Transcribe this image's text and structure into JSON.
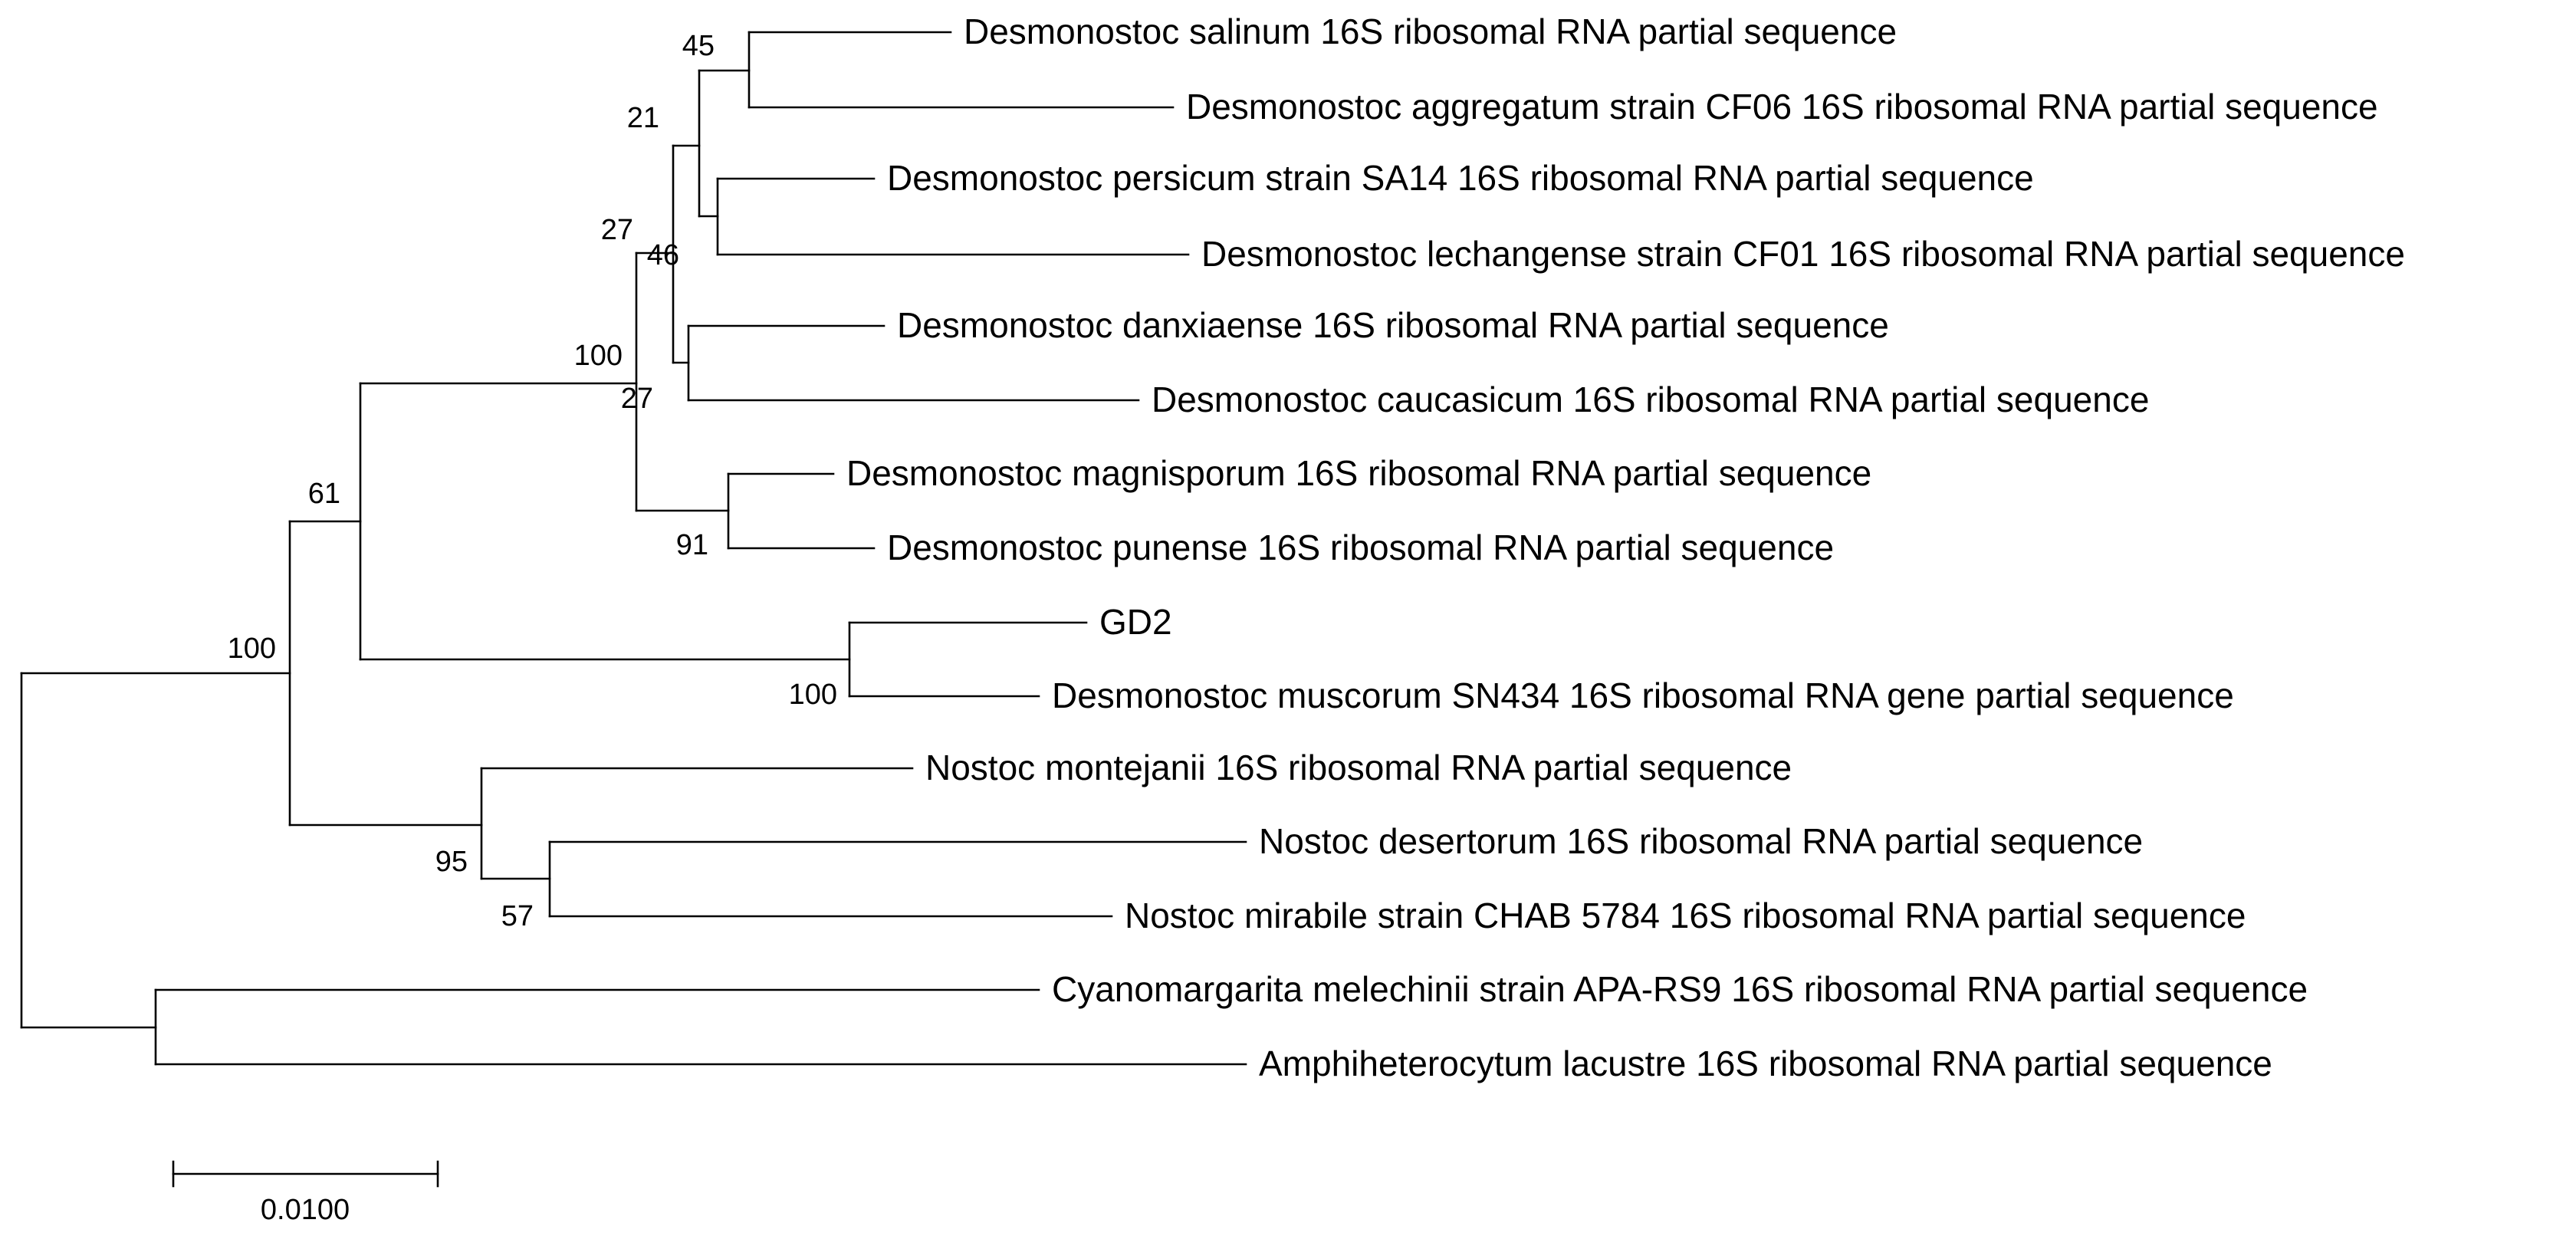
{
  "taxa": [
    "Desmonostoc salinum 16S ribosomal RNA partial sequence",
    "Desmonostoc aggregatum strain CF06 16S ribosomal RNA partial sequence",
    "Desmonostoc persicum strain SA14 16S ribosomal RNA partial sequence",
    "Desmonostoc lechangense strain CF01 16S ribosomal RNA partial sequence",
    "Desmonostoc danxiaense 16S ribosomal RNA partial sequence",
    "Desmonostoc caucasicum 16S ribosomal RNA partial sequence",
    "Desmonostoc magnisporum 16S ribosomal RNA partial sequence",
    "Desmonostoc punense 16S ribosomal RNA partial sequence",
    "GD2",
    "Desmonostoc muscorum SN434 16S ribosomal RNA gene partial sequence",
    "Nostoc montejanii 16S ribosomal RNA partial sequence",
    "Nostoc desertorum 16S ribosomal RNA partial sequence",
    "Nostoc mirabile strain CHAB 5784 16S ribosomal RNA partial sequence",
    "Cyanomargarita melechinii strain APA-RS9 16S ribosomal RNA partial sequence",
    "Amphiheterocytum lacustre 16S ribosomal RNA partial sequence"
  ],
  "support_values": [
    "45",
    "21",
    "46",
    "27",
    "27",
    "100",
    "91",
    "61",
    "100",
    "100",
    "95",
    "57"
  ],
  "scale_bar": {
    "label": "0.0100"
  },
  "colors": {
    "line": "#000000",
    "text": "#000000",
    "background": "#ffffff"
  }
}
